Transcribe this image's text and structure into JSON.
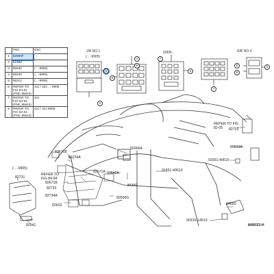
{
  "parts_table": {
    "header": [
      "PNC",
      "DSC"
    ],
    "rows": [
      {
        "num": "1",
        "pnc": "82660F",
        "dsc": "",
        "highlight": true
      },
      {
        "num": "2",
        "pnc": "81980",
        "dsc": ""
      },
      {
        "num": "3",
        "pnc": "85630",
        "dsc": "(…-9905)"
      },
      {
        "num": "4",
        "pnc": "85630",
        "dsc": "(…-9905)"
      },
      {
        "num": "5",
        "pnc": "85312",
        "dsc": "(…-9905)"
      },
      {
        "num": "6",
        "pnc": "REFER TO FIG 84-04 (PNC 85810)",
        "dsc": "42J / 42J …-9905"
      },
      {
        "num": "7",
        "pnc": "REFER TO FIG 84-04 (PNC 85810)",
        "dsc": "42J"
      },
      {
        "num": "8",
        "pnc": "REFER TO FIG 84-04 (PNC 85810)",
        "dsc": "42J / 42J 9905-"
      }
    ]
  },
  "blocks": {
    "jb1_title": "J/B NO.1",
    "jb1_date": "(…-9905)",
    "jb2_date": "(9905-",
    "rb4_title": "R/B NO.4"
  },
  "labels": {
    "refer_top": "REFER TO FIG 82-05",
    "p82733": "82733",
    "p89533a": "89533A",
    "p91651_r": "91651-40610",
    "p82671b_top": "82671B",
    "p82734a_top": "82734A",
    "p82666a": "82666A",
    "p82671a": "82671A",
    "p82642a": "82642A",
    "p91651_m": "91651-40610",
    "refer_left": "REFER TO FIG 84-04",
    "p84340": "84340",
    "p82671b": "82671B",
    "p82734a": "82734A",
    "p82602": "82602",
    "p82600g": "82600G",
    "p82731": "82731",
    "p82541": "82541",
    "p82731_date": "(…-9905)",
    "p84550": "84550",
    "p90315": "90315-14610",
    "diagram_code": "849033-H"
  },
  "colors": {
    "highlight": "#cfe6ff",
    "line": "#333333"
  }
}
